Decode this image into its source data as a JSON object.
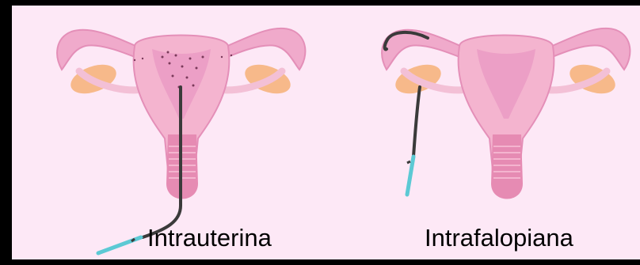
{
  "diagram": {
    "background_color": "#fde8f6",
    "frame_color": "#000000",
    "panels": [
      {
        "id": "intrauterine",
        "label": "Intrauterina",
        "catheter_route": "cervix-to-uterine-cavity",
        "cavity_shading": "sperm-in-cavity"
      },
      {
        "id": "intrafallopian",
        "label": "Intrafalopiana",
        "catheter_route": "into-left-fallopian-tube",
        "cavity_shading": "none"
      }
    ],
    "colors": {
      "uterus_body": "#f4b4cf",
      "uterus_wall": "#e48fb8",
      "cavity": "#ec9fc6",
      "tube": "#f0aacb",
      "ovary": "#f7b98a",
      "cervix": "#e68bb3",
      "catheter": "#3a3a3a",
      "syringe": "#5cc9d4"
    }
  }
}
